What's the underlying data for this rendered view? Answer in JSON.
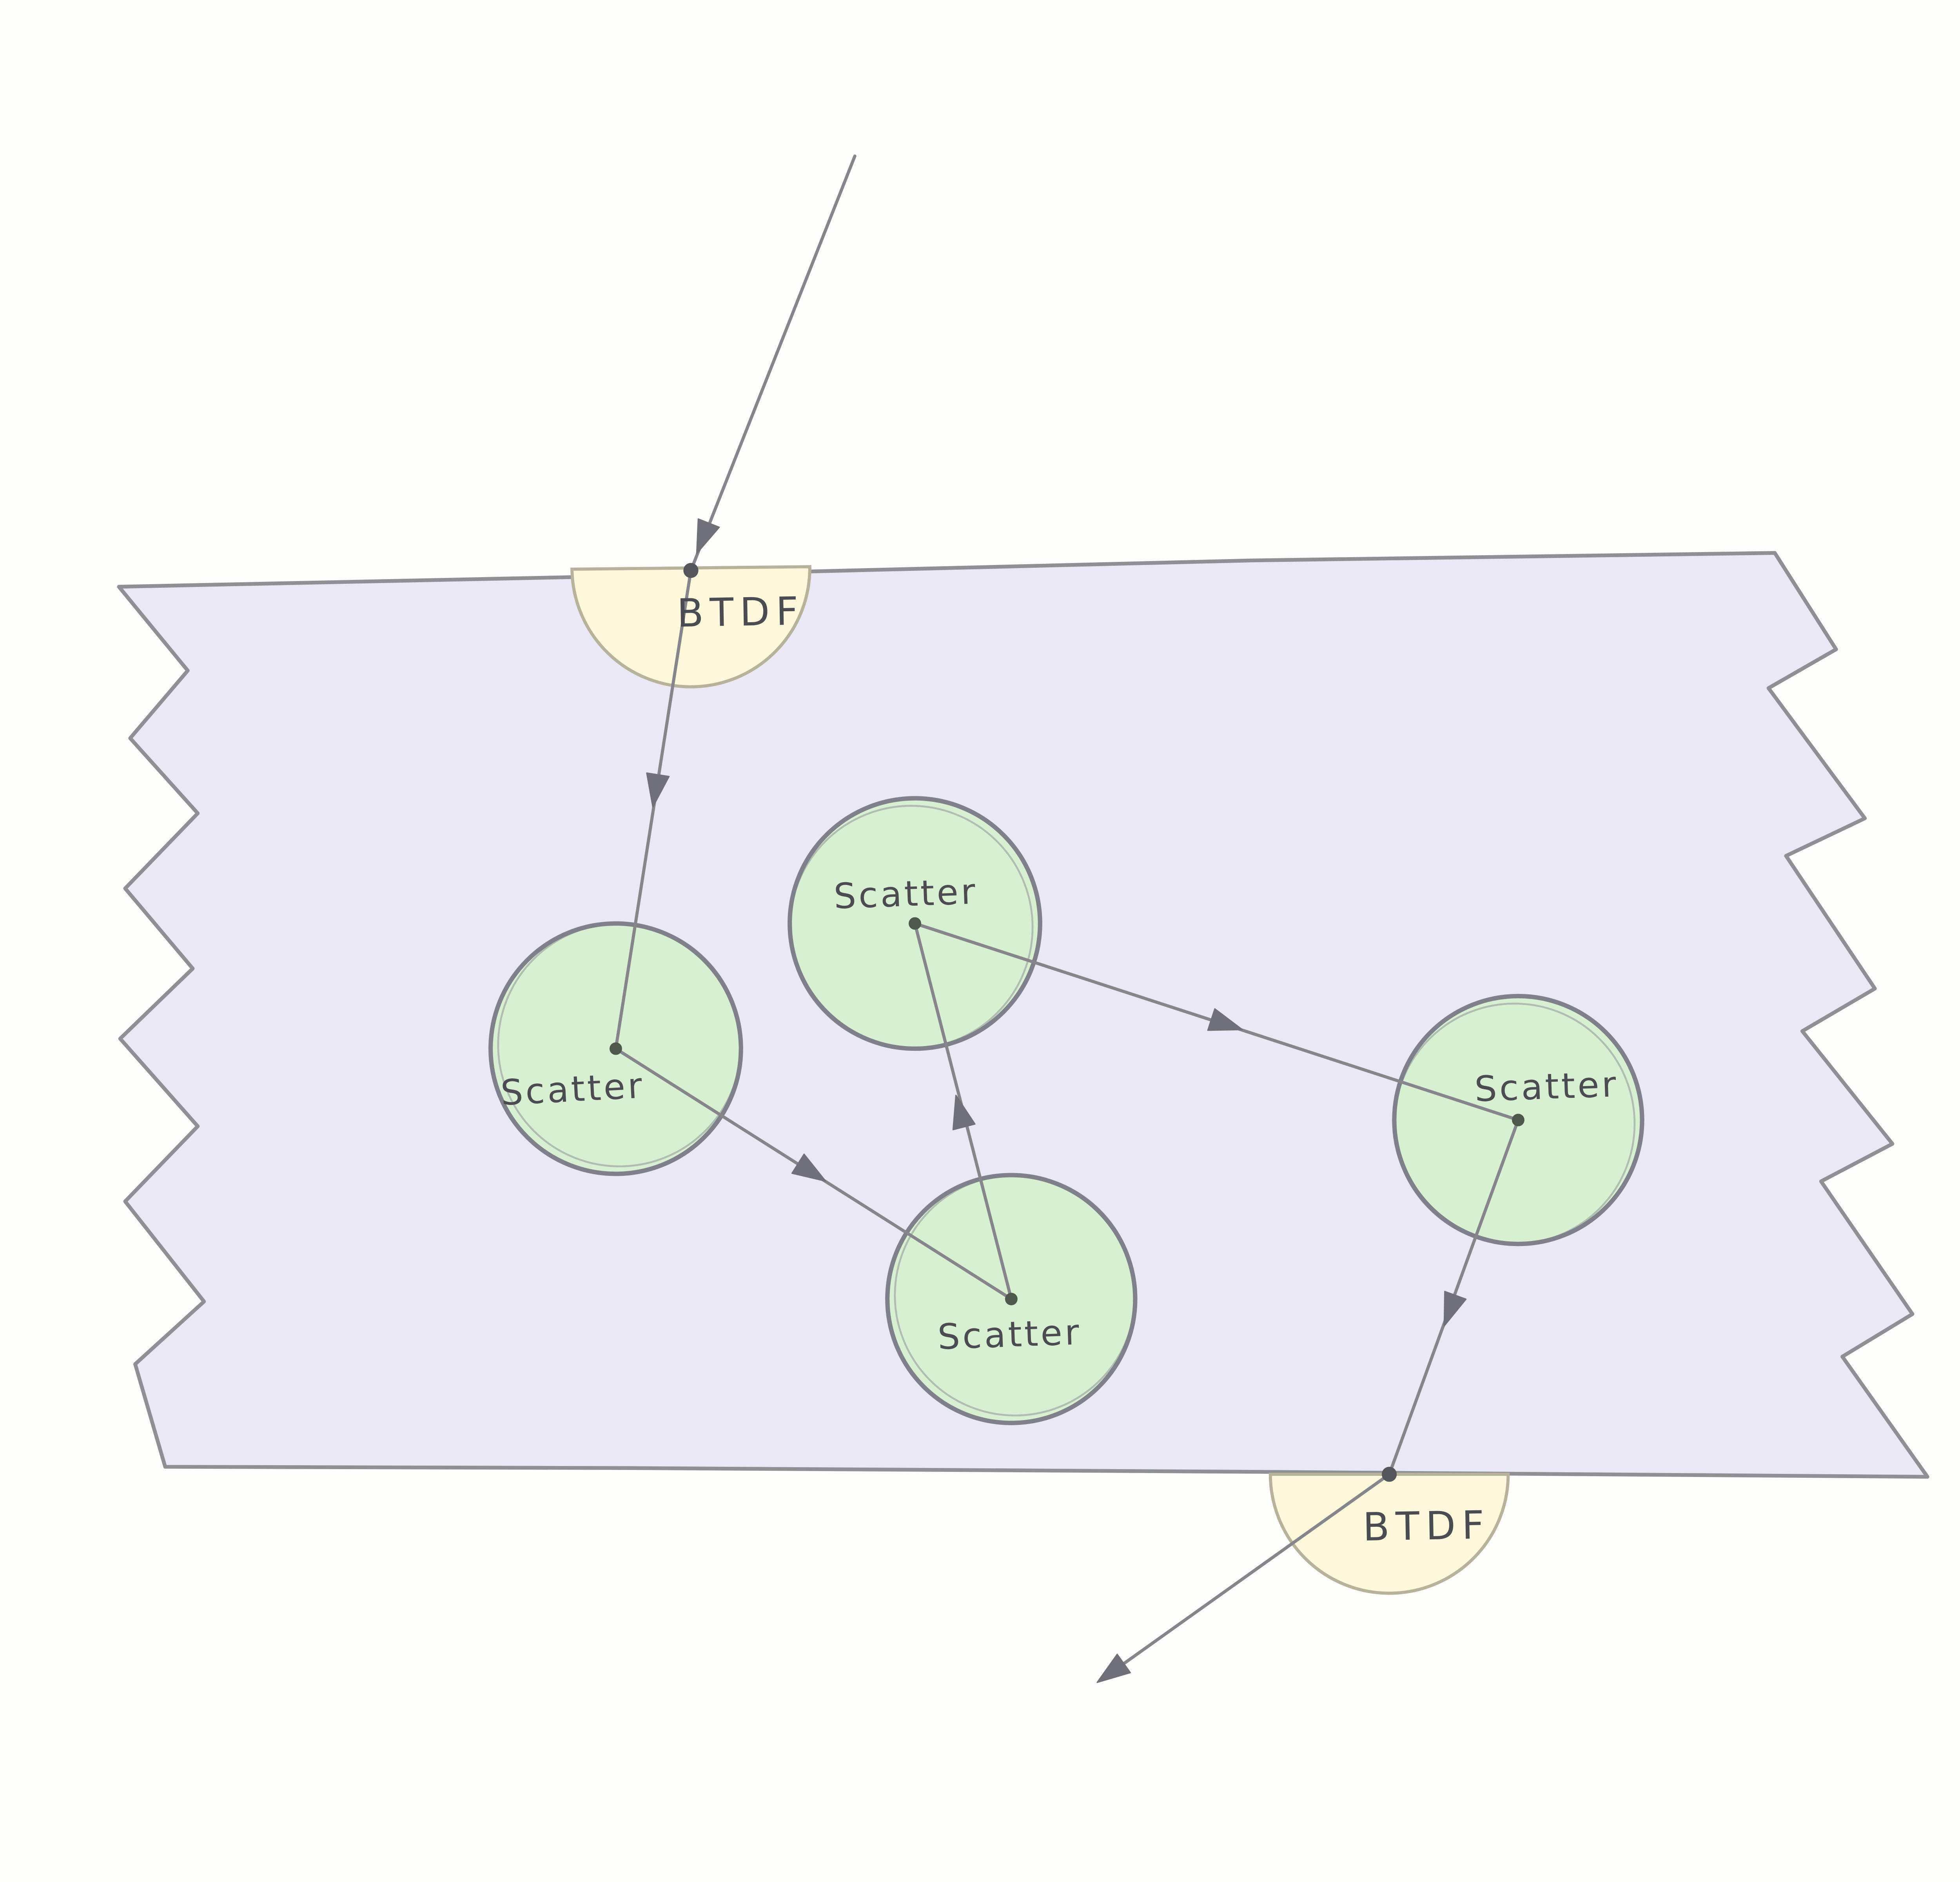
{
  "diagram": {
    "description": "Hand-drawn light-transport diagram: a ray enters a translucent medium through a BTDF event, scatters at four internal scatter events, and exits through a second BTDF event.",
    "labels": {
      "btdf_top": "BTDF",
      "btdf_bottom": "BTDF",
      "scatter_1": "Scatter",
      "scatter_2": "Scatter",
      "scatter_3": "Scatter",
      "scatter_4": "Scatter"
    },
    "colors": {
      "background": "#fefefc",
      "medium_fill": "#e9e8f4",
      "medium_stroke": "#8f8f96",
      "scatter_fill": "#d9efd2",
      "scatter_stroke": "#7e8189",
      "btdf_fill": "#fbf8dc",
      "btdf_stroke": "#b7b29a",
      "ray_stroke": "#85858b",
      "arrow_fill": "#707078",
      "text_color": "#4b4b52",
      "dot_color": "#55555c"
    }
  }
}
